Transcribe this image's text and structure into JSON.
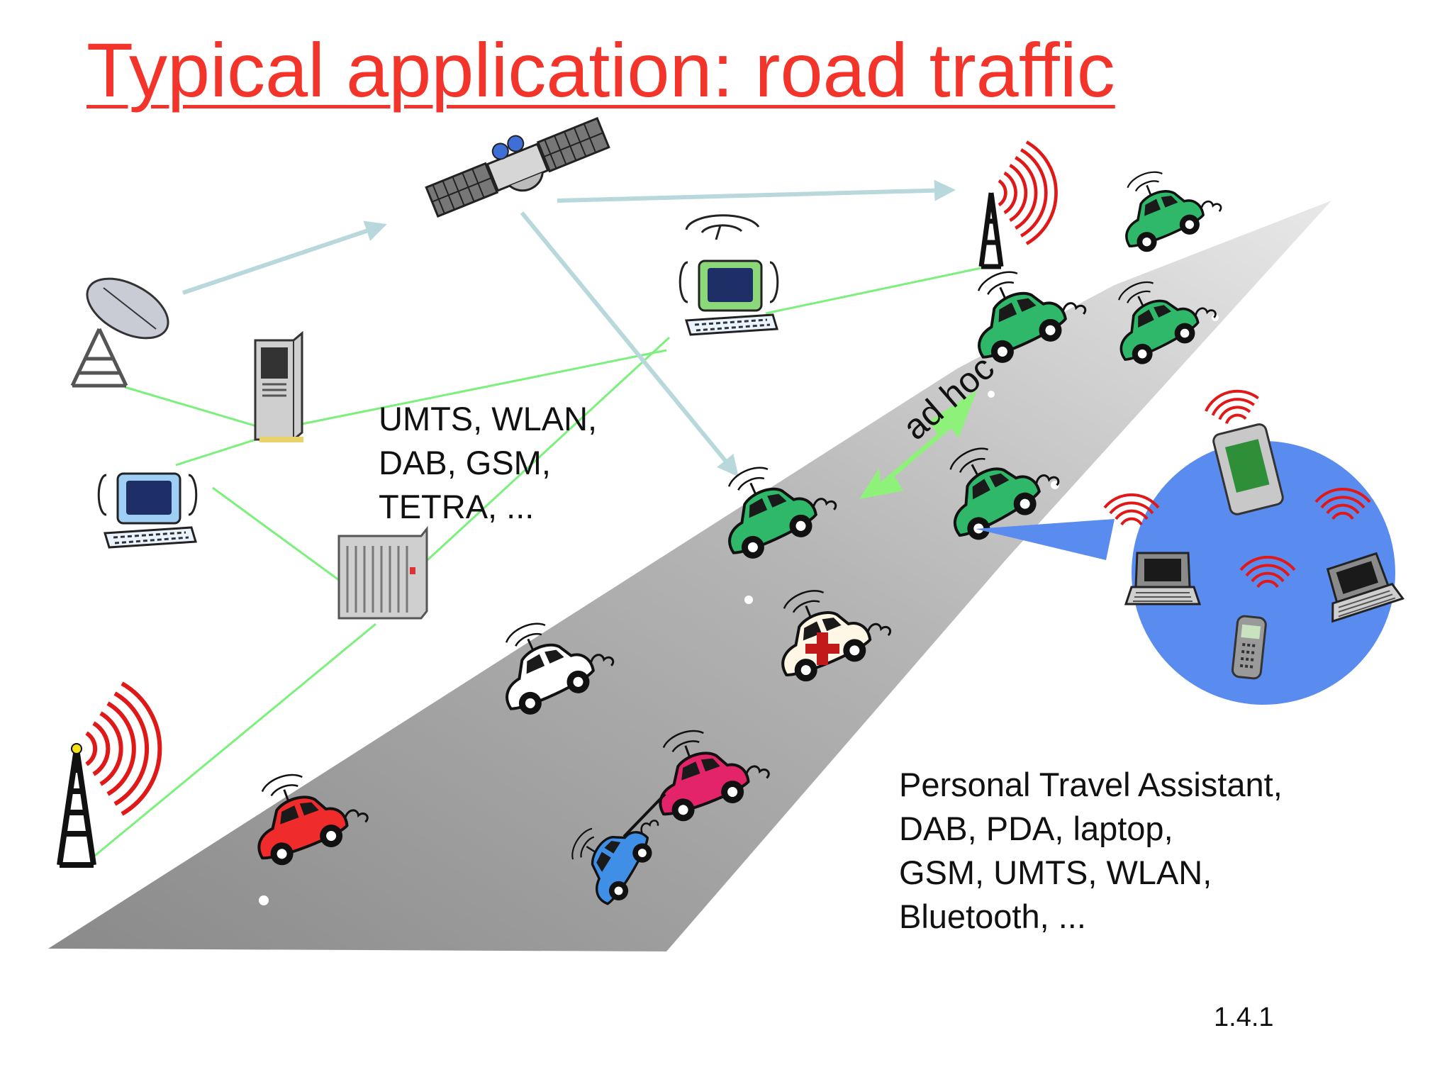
{
  "slide": {
    "title": "Typical application: road traffic",
    "networks_lines": [
      "UMTS, WLAN,",
      "DAB, GSM,",
      "TETRA, ..."
    ],
    "adhoc_label": "ad hoc",
    "pta_lines": [
      "Personal Travel Assistant,",
      "DAB, PDA, laptop,",
      "GSM, UMTS, WLAN,",
      "Bluetooth, ..."
    ],
    "slide_number": "1.4.1"
  },
  "colors": {
    "title": "#f2342a",
    "road_light": "#e6e6e6",
    "road_dark": "#8a8a8a",
    "link_green": "#7cf07c",
    "signal_red": "#e01818",
    "sat_arrow": "#b8d8dc",
    "bubble_blue": "#5a8cf0",
    "car_green": "#2fb86a",
    "car_red": "#ef2b2b",
    "car_magenta": "#e4246a",
    "car_blue": "#3f8fe6"
  },
  "icons": {
    "satellite": "satellite-icon",
    "dish": "satellite-dish-icon",
    "server": "server-tower-icon",
    "rack": "equipment-rack-icon",
    "computer": "computer-icon",
    "tower": "radio-tower-icon",
    "car": "car-icon",
    "police": "police-car-icon",
    "ambulance": "ambulance-icon",
    "tow_truck": "tow-truck-icon",
    "pda": "pda-icon",
    "laptop": "laptop-icon",
    "phone": "mobile-phone-icon"
  }
}
